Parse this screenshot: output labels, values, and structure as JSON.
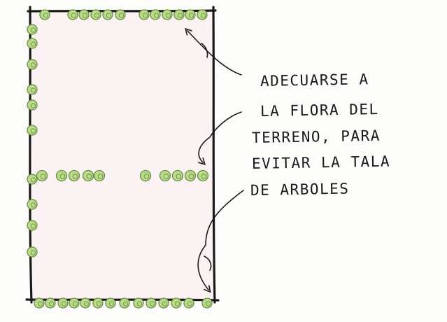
{
  "annotation": {
    "lines": [
      "ADECUARSE A",
      "LA FLORA DEL",
      "TERRENO, PARA",
      "EVITAR LA TALA",
      "DE ARBOLES"
    ]
  },
  "colors": {
    "ink": "#1a1a1a",
    "tree_fill": "#b9dc86",
    "tree_stroke": "#6a8d45",
    "plot_fill": "#fbf3f3"
  },
  "icons": {
    "tree": "tree-circle-icon",
    "arrow": "curved-arrow-icon"
  }
}
